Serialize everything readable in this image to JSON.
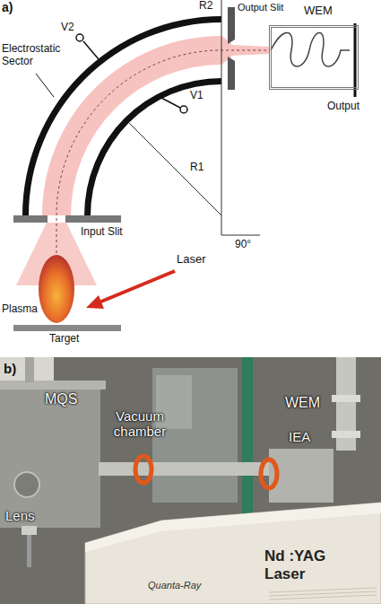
{
  "diagram": {
    "nodes": [
      {
        "text": [
          "WEM"
        ]
      },
      {
        "text": [
          "Nd :YAG Laser",
          "Quanta-Ray"
        ]
      }
    ],
    "labels": [
      "a)",
      "R2",
      "V2",
      "Electrostatic Sector",
      "Output Slit",
      "Output",
      "V1",
      "R1",
      "Input Slit",
      "90°",
      "Laser",
      "Plasma",
      "Target",
      "b)",
      "MQS",
      "WEM",
      "Vacuum chamber",
      "IEA",
      "Lens"
    ]
  }
}
